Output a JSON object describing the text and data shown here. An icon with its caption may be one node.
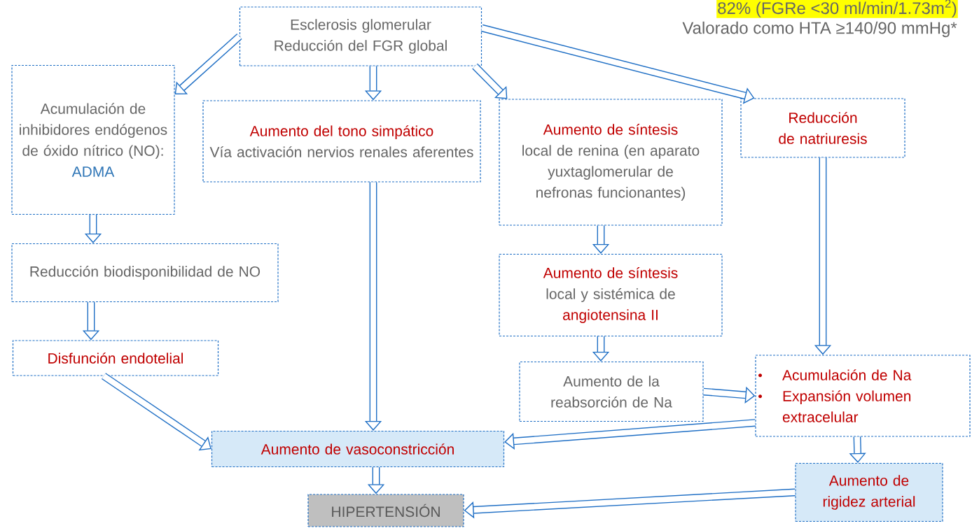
{
  "diagram": {
    "nodes": [
      {
        "text": [
          "Esclerosis glomerular Reducción del FGR global"
        ]
      },
      {
        "text": [
          "Acumulación de inhibidores endógenos de óxido nítrico (NO):",
          "ADMA"
        ]
      },
      {
        "text": [
          "Aumento del tono simpático",
          "Vía activación nervios renales aferentes"
        ]
      },
      {
        "text": [
          "Aumento de síntesis",
          "local de renina (en aparato yuxtaglomerular de nefronas funcionantes)"
        ]
      },
      {
        "text": [
          "Reducción de natriuresis"
        ]
      },
      {
        "text": [
          "Reducción biodisponibilidad de NO"
        ]
      },
      {
        "text": [
          "Aumento de síntesis",
          "local y sistémica de",
          "angiotensina II"
        ]
      },
      {
        "text": [
          "Disfunción endotelial"
        ]
      },
      {
        "text": [
          "Aumento de la reabsorción de Na"
        ]
      },
      {
        "text": [
          "Acumulación de Na",
          "Expansión volumen extracelular"
        ]
      },
      {
        "text": [
          "Aumento de vasoconstricción"
        ]
      },
      {
        "text": [
          "Aumento de rigidez arterial"
        ]
      },
      {
        "text": [
          "HIPERTENSIÓN"
        ]
      }
    ],
    "edges": [
      {
        "from": 0,
        "to": 1,
        "arrow": "to"
      },
      {
        "from": 0,
        "to": 2,
        "arrow": "to"
      },
      {
        "from": 0,
        "to": 3,
        "arrow": "to"
      },
      {
        "from": 0,
        "to": 4,
        "arrow": "to"
      },
      {
        "from": 1,
        "to": 5,
        "arrow": "to"
      },
      {
        "from": 5,
        "to": 7,
        "arrow": "to"
      },
      {
        "from": 7,
        "to": 10,
        "arrow": "to"
      },
      {
        "from": 2,
        "to": 10,
        "arrow": "to"
      },
      {
        "from": 3,
        "to": 6,
        "arrow": "to"
      },
      {
        "from": 6,
        "to": 8,
        "arrow": "to"
      },
      {
        "from": 8,
        "to": 9,
        "arrow": "to"
      },
      {
        "from": 4,
        "to": 9,
        "arrow": "to"
      },
      {
        "from": 9,
        "to": 10,
        "arrow": "to"
      },
      {
        "from": 9,
        "to": 11,
        "arrow": "to"
      },
      {
        "from": 10,
        "to": 12,
        "arrow": "to"
      },
      {
        "from": 11,
        "to": 12,
        "arrow": "to"
      }
    ],
    "labels": [
      "82% (FGRe <30 ml/min/1.73m$^{2}$)",
      "Valorado como HTA ≥140/90 mmHg*"
    ]
  }
}
